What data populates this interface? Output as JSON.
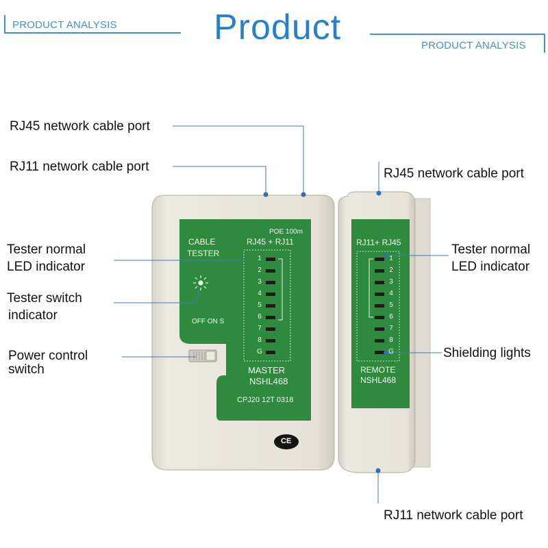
{
  "header": {
    "left_tag": "PRODUCT ANALYSIS",
    "title": "Product",
    "right_tag": "PRODUCT ANALYSIS"
  },
  "callouts": {
    "rj45_left": "RJ45 network cable port",
    "rj11_left": "RJ11 network cable port",
    "tester_led_left_1": "Tester normal",
    "tester_led_left_2": "LED indicator",
    "switch_ind_1": "Tester switch",
    "switch_ind_2": "indicator",
    "power_1": "Power control",
    "power_2": "switch",
    "rj45_right": "RJ45 network cable port",
    "tester_led_right_1": "Tester normal",
    "tester_led_right_2": "LED indicator",
    "shielding": "Shielding lights",
    "rj11_right": "RJ11 network cable port"
  },
  "master": {
    "poe": "POE 100m",
    "ports": "RJ45 + RJ11",
    "cable": "CABLE",
    "tester": "TESTER",
    "offon": "OFF ON S",
    "pins": [
      "1",
      "2",
      "3",
      "4",
      "5",
      "6",
      "7",
      "8",
      "G"
    ],
    "name": "MASTER",
    "model": "NSHL468",
    "code": "CPJ20 12T 0318",
    "ce": "CE"
  },
  "remote": {
    "ports": "RJ11+ RJ45",
    "pins": [
      "1",
      "2",
      "3",
      "4",
      "5",
      "6",
      "7",
      "8",
      "G"
    ],
    "name": "REMOTE",
    "model": "NSHL468"
  },
  "colors": {
    "accent_blue": "#3f8fd6",
    "housing": "#e4e0d6",
    "panel_green": "#2e8b3e"
  }
}
